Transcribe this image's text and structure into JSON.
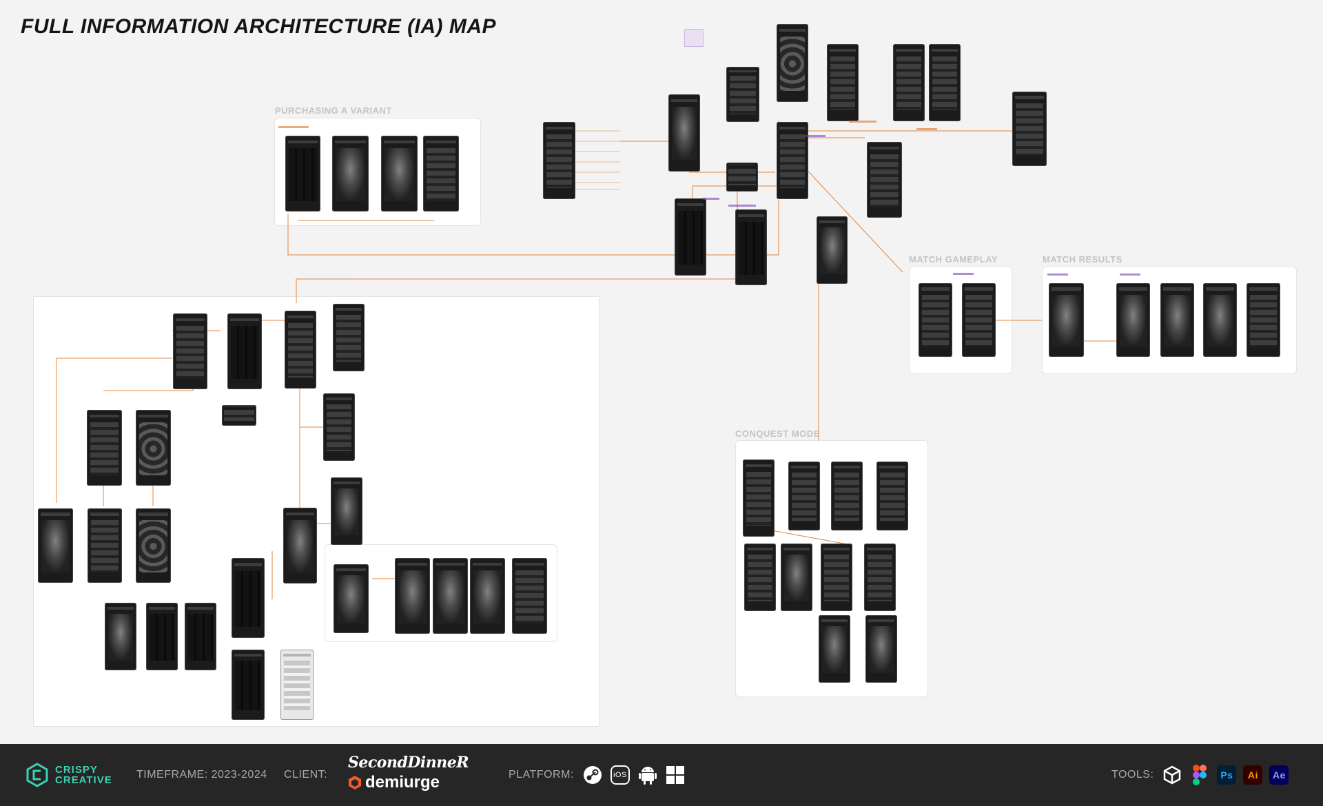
{
  "diagram": {
    "title": "FULL INFORMATION ARCHITECTURE (IA) MAP",
    "sections": [
      {
        "label": "PURCHASING A VARIANT"
      },
      {
        "label": "MATCH GAMEPLAY"
      },
      {
        "label": "MATCH RESULTS"
      },
      {
        "label": "CONQUEST MODE"
      }
    ]
  },
  "footer": {
    "brand_line1": "CRISPY",
    "brand_line2": "CREATIVE",
    "timeframe": "TIMEFRAME: 2023-2024",
    "client_label": "CLIENT:",
    "client1": "SecondDinneR",
    "client2": "demiurge",
    "platform_label": "PLATFORM:",
    "platforms": [
      {
        "icon": "steam-icon"
      },
      {
        "icon": "ios-icon",
        "text": "iOS"
      },
      {
        "icon": "android-icon"
      },
      {
        "icon": "windows-icon"
      }
    ],
    "tools_label": "TOOLS:",
    "tools": [
      {
        "icon": "unity-icon"
      },
      {
        "icon": "figma-icon"
      },
      {
        "icon": "photoshop-icon",
        "text": "Ps",
        "bg": "#001e36",
        "fg": "#31a8ff"
      },
      {
        "icon": "illustrator-icon",
        "text": "Ai",
        "bg": "#330000",
        "fg": "#ff9a00"
      },
      {
        "icon": "after-effects-icon",
        "text": "Ae",
        "bg": "#00005b",
        "fg": "#9999ff"
      }
    ]
  },
  "colors": {
    "accent_orange": "#e0731f",
    "accent_purple": "#7a3fb5",
    "brand_teal": "#3bd1b2",
    "footer_bg": "#262626"
  }
}
